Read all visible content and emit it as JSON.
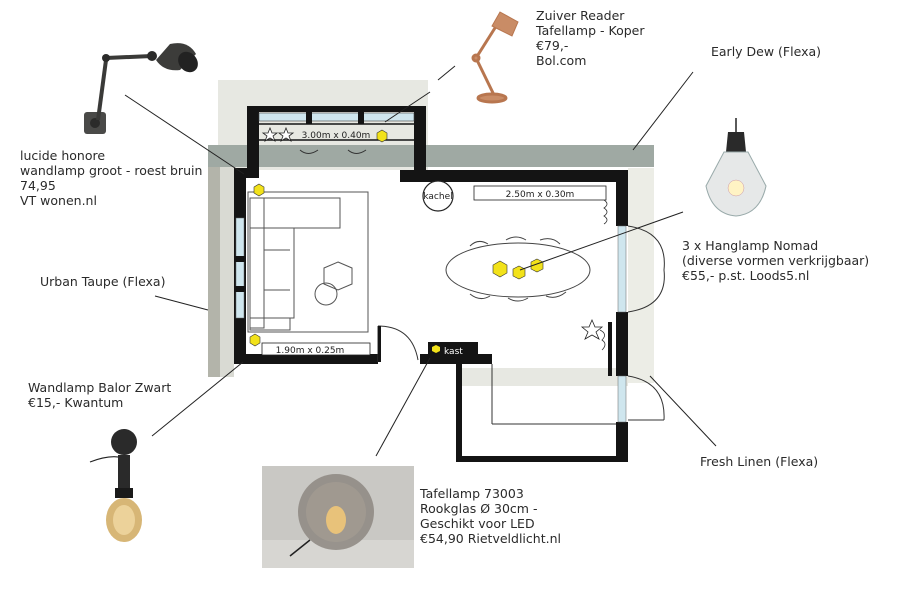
{
  "annotations": {
    "reader": [
      "Zuiver Reader",
      "Tafellamp - Koper",
      "€79,-",
      "Bol.com"
    ],
    "earlydew": [
      "Early Dew (Flexa)"
    ],
    "honore": [
      "lucide honore",
      "wandlamp groot - roest bruin",
      "74,95",
      "VT wonen.nl"
    ],
    "nomad": [
      "3 x Hanglamp Nomad",
      "(diverse vormen verkrijgbaar)",
      "€55,- p.st. Loods5.nl"
    ],
    "urbantaupe": [
      "Urban Taupe (Flexa)"
    ],
    "balor": [
      "Wandlamp Balor Zwart",
      "€15,- Kwantum"
    ],
    "freshlinen": [
      "Fresh Linen (Flexa)"
    ],
    "tafellamp": [
      "Tafellamp 73003",
      "Rookglas Ø 30cm -",
      "Geschikt voor LED",
      "€54,90 Rietveldlicht.nl"
    ]
  },
  "plan": {
    "window_top": "3.00m x 0.40m",
    "window_right": "2.50m x 0.30m",
    "window_bottom": "1.90m x 0.25m",
    "stove": "kachel",
    "cabinet": "kast"
  },
  "colors": {
    "wall": "#141414",
    "early_dew": "#9fa9a3",
    "urban_taupe": "#b3b4aa",
    "fresh_linen": "#ecede6",
    "light_band": "#e7e8e2",
    "lamp_marker": "#f2e21a",
    "glass": "#cfe6ee"
  },
  "icons": [
    "wall-lamp-arm-icon",
    "desk-lamp-copper-icon",
    "pendant-lamp-glass-icon",
    "wall-lamp-bulb-icon",
    "smoke-glass-lamp-photo",
    "lamp-marker-icon",
    "star-light-icon",
    "plant-icon"
  ]
}
